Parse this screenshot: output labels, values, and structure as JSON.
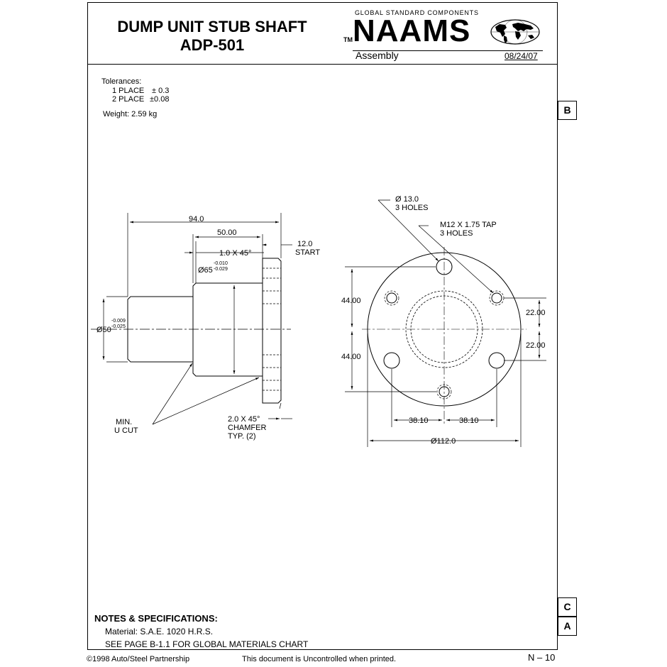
{
  "header": {
    "title_line1": "DUMP UNIT STUB SHAFT",
    "title_line2": "ADP-501",
    "brand_tagline": "GLOBAL STANDARD COMPONENTS",
    "brand_tm": "TM",
    "brand_name": "NAAMS",
    "doc_type": "Assembly",
    "date": "08/24/07"
  },
  "tolerances": {
    "heading": "Tolerances:",
    "one_place_label": "1 PLACE",
    "one_place_value": "± 0.3",
    "two_place_label": "2 PLACE",
    "two_place_value": "±0.08",
    "weight": "Weight:  2.59 kg"
  },
  "tabs": {
    "b": "B",
    "c": "C",
    "a": "A"
  },
  "drawing": {
    "side_view": {
      "overall_length": "94.0",
      "body_length": "50.00",
      "flange_thickness": "12.0",
      "flange_start": "START",
      "body_chamfer": "1.0 X 45°",
      "body_diameter": "Ø65",
      "body_tol_upper": "-0.010",
      "body_tol_lower": "-0.029",
      "stub_diameter": "Ø50",
      "stub_tol_upper": "-0.009",
      "stub_tol_lower": "-0.025",
      "ucut_line1": "MIN.",
      "ucut_line2": "U CUT",
      "chamfer_line1": "2.0 X 45°",
      "chamfer_line2": "CHAMFER",
      "chamfer_line3": "TYP. (2)"
    },
    "end_view": {
      "holes_line1": "Ø 13.0",
      "holes_line2": "3 HOLES",
      "tap_line1": "M12 X 1.75 TAP",
      "tap_line2": "3 HOLES",
      "dim_upper_left": "44.00",
      "dim_lower_left": "44.00",
      "dim_upper_right": "22.00",
      "dim_lower_right": "22.00",
      "dim_bottom_left": "38.10",
      "dim_bottom_right": "38.10",
      "outer_diameter": "Ø112.0"
    }
  },
  "notes": {
    "heading": "NOTES & SPECIFICATIONS:",
    "material": "Material:  S.A.E. 1020  H.R.S.",
    "reference": "SEE PAGE B-1.1 FOR GLOBAL MATERIALS CHART"
  },
  "footer": {
    "copyright": "©1998 Auto/Steel Partnership",
    "disclaimer": "This document is Uncontrolled when printed.",
    "page": "N – 10"
  }
}
